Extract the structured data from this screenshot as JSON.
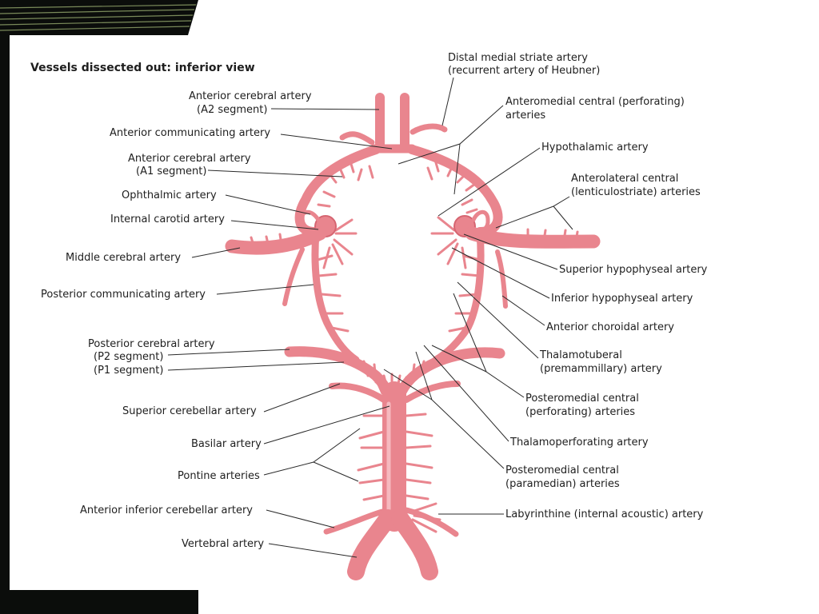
{
  "title": "Vessels dissected out: inferior view",
  "colors": {
    "artery": "#e9858e",
    "artery_dark": "#d66571",
    "artery_light": "#f6b9bf",
    "frame": "#0b0d0b",
    "stripe": "#7a8a5a"
  },
  "labels": {
    "aca_a2": [
      "Anterior cerebral artery",
      "(A2 segment)"
    ],
    "acom": "Anterior communicating artery",
    "aca_a1": [
      "Anterior cerebral artery",
      "(A1 segment)"
    ],
    "ophthalmic": "Ophthalmic artery",
    "ica": "Internal carotid artery",
    "mca": "Middle cerebral artery",
    "pcom": "Posterior communicating artery",
    "pca": [
      "Posterior cerebral artery",
      "(P2 segment)",
      "(P1 segment)"
    ],
    "sca": "Superior cerebellar artery",
    "basilar": "Basilar artery",
    "pontine": "Pontine arteries",
    "aica": "Anterior inferior cerebellar artery",
    "vertebral": "Vertebral artery",
    "heubner": [
      "Distal medial striate artery",
      "(recurrent artery of Heubner)"
    ],
    "anteromedial": [
      "Anteromedial central (perforating)",
      "arteries"
    ],
    "hypothalamic": "Hypothalamic artery",
    "anterolateral": [
      "Anterolateral central",
      "(lenticulostriate) arteries"
    ],
    "sup_hypophyseal": "Superior hypophyseal artery",
    "inf_hypophyseal": "Inferior hypophyseal artery",
    "ant_choroidal": "Anterior choroidal artery",
    "thalamotuberal": [
      "Thalamotuberal",
      "(premammillary) artery"
    ],
    "pm_perforating": [
      "Posteromedial central",
      "(perforating) arteries"
    ],
    "thalamoperforating": "Thalamoperforating artery",
    "pm_paramedian": [
      "Posteromedial central",
      "(paramedian) arteries"
    ],
    "labyrinthine": "Labyrinthine (internal acoustic) artery"
  }
}
